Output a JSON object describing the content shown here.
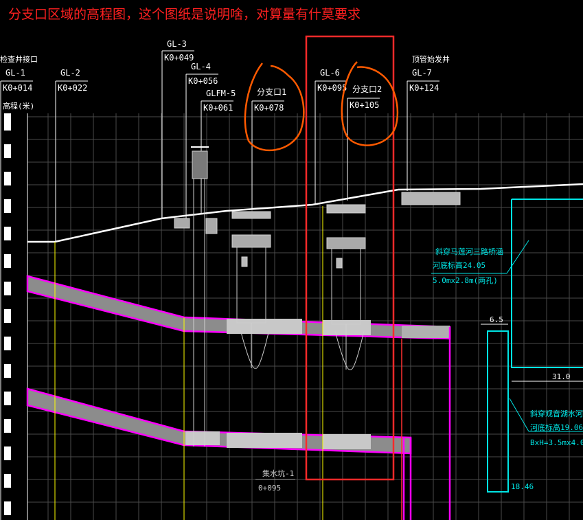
{
  "question": "分支口区域的高程图，这个图纸是说明啥，对算量有什莫要求",
  "colors": {
    "background": "#000000",
    "grid": "#4a4a4a",
    "text": "#ffffff",
    "pipe": "#ff00ff",
    "pipe_fill": "#8c8c8c",
    "ground_line": "#ffffff",
    "river": "#00e5e5",
    "highlight_box": "#ff2a2a",
    "annotation": "#ff5a00",
    "yellow": "#ffff00"
  },
  "axis": {
    "start_label": "检查井接口",
    "elev_label": "高程(米)"
  },
  "stations": [
    {
      "id": "GL-1",
      "name": "GL-1",
      "station": "K0+014",
      "note": "检查井接口"
    },
    {
      "id": "GL-2",
      "name": "GL-2",
      "station": "K0+022"
    },
    {
      "id": "GL-3",
      "name": "GL-3",
      "station": "K0+049"
    },
    {
      "id": "GL-4",
      "name": "GL-4",
      "station": "K0+056"
    },
    {
      "id": "GLFM-5",
      "name": "GLFM-5",
      "station": "K0+061"
    },
    {
      "id": "branch-1",
      "name": "分支口1",
      "station": "K0+078"
    },
    {
      "id": "GL-6",
      "name": "GL-6",
      "station": "K0+095"
    },
    {
      "id": "branch-2",
      "name": "分支口2",
      "station": "K0+105"
    },
    {
      "id": "GL-7",
      "name": "GL-7",
      "station": "K0+124",
      "note": "顶管始发井"
    }
  ],
  "sump": {
    "name": "集水坑-1",
    "station": "0+095"
  },
  "river_crossing_1": {
    "line1": "斜穿马莲河三路桥涵",
    "line2": "河底标高24.05",
    "line3": "5.0mx2.8m(两孔)"
  },
  "river_crossing_2": {
    "line1": "斜穿观音湖水河暗涵",
    "line2": "河底标高19.06",
    "line3": "BxH=3.5mx4.0"
  },
  "dimensions": {
    "width_1": "6.5",
    "width_2": "31.0",
    "elev": "18.46"
  }
}
